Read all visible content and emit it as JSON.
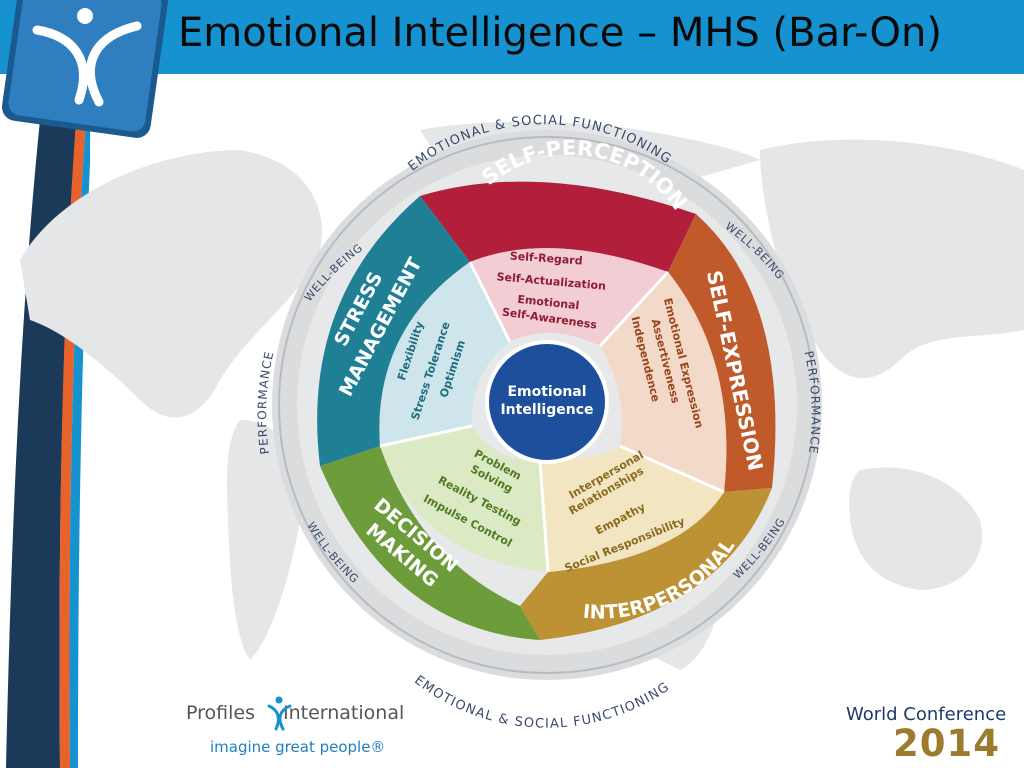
{
  "slide": {
    "title": "Emotional Intelligence – MHS (Bar-On)"
  },
  "colors": {
    "header": "#1592cf",
    "self_perception": "#b11f3a",
    "self_expression": "#c05a2a",
    "interpersonal": "#bc9234",
    "decision_making": "#6d9c3a",
    "stress_management": "#1f7f94",
    "center": "#1e4f9c"
  },
  "wheel": {
    "center": {
      "line1": "Emotional",
      "line2": "Intelligence"
    },
    "outer_ring": {
      "emotional_social_top": "EMOTIONAL & SOCIAL FUNCTIONING",
      "emotional_social_bottom": "EMOTIONAL & SOCIAL FUNCTIONING",
      "wellbeing_upper_left": "WELL-BEING",
      "wellbeing_upper_right": "WELL-BEING",
      "wellbeing_lower_left": "WELL-BEING",
      "wellbeing_lower_right": "WELL-BEING",
      "performance_left": "PERFORMANCE",
      "performance_right": "PERFORMANCE"
    },
    "segments": {
      "self_perception": {
        "title": "SELF-PERCEPTION",
        "subscales": [
          "Self-Regard",
          "Self-Actualization",
          "Emotional",
          "Self-Awareness"
        ]
      },
      "self_expression": {
        "title": "SELF-EXPRESSION",
        "subscales": [
          "Emotional Expression",
          "Assertiveness",
          "Independence"
        ]
      },
      "interpersonal": {
        "title": "INTERPERSONAL",
        "subscales": [
          "Interpersonal",
          "Relationships",
          "Empathy",
          "Social Responsibility"
        ]
      },
      "decision_making": {
        "title_line1": "DECISION",
        "title_line2": "MAKING",
        "subscales": [
          "Problem",
          "Solving",
          "Reality Testing",
          "Impulse Control"
        ]
      },
      "stress_management": {
        "title_line1": "STRESS",
        "title_line2": "MANAGEMENT",
        "subscales": [
          "Flexibility",
          "Stress Tolerance",
          "Optimism"
        ]
      }
    }
  },
  "footer": {
    "brand_left": "Profiles",
    "brand_right": "International",
    "tagline": "imagine great people®",
    "conference": "World Conference",
    "year": "2014"
  }
}
